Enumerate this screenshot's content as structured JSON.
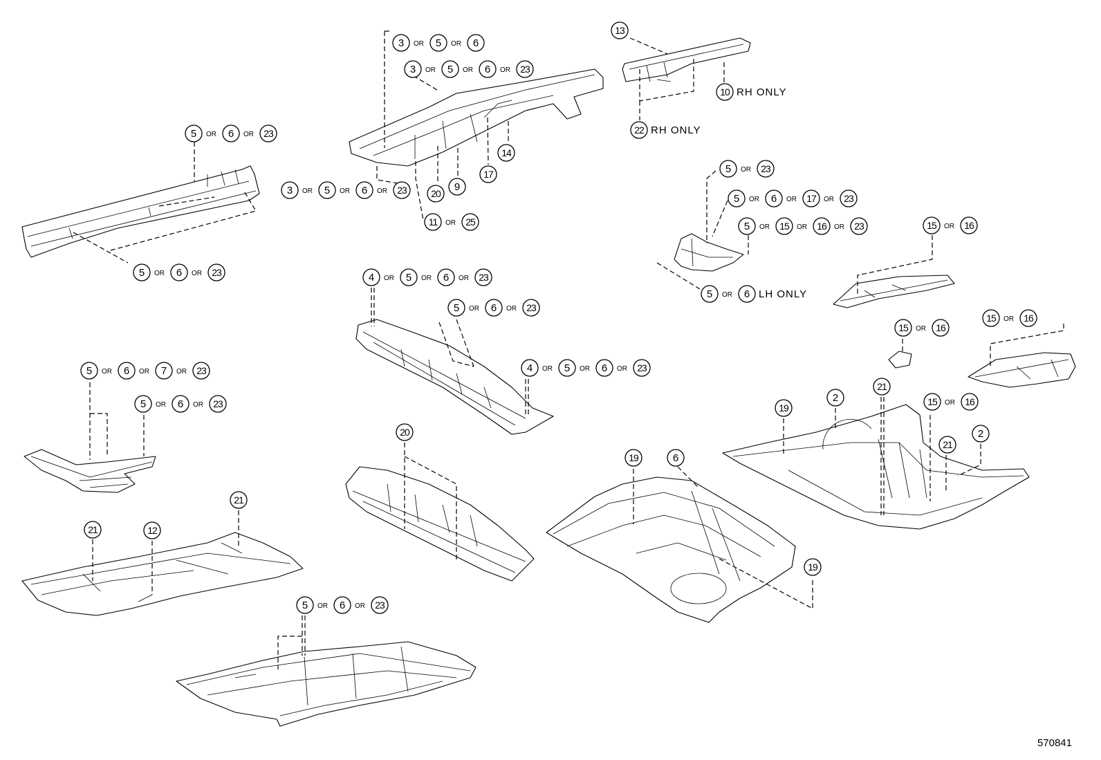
{
  "or_word": "OR",
  "diagram_ref": "570841",
  "callouts": [
    {
      "id": "c-3-5-6-top",
      "nums": [
        "3",
        "5",
        "6"
      ],
      "note": ""
    },
    {
      "id": "c-3-5-6-23-top",
      "nums": [
        "3",
        "5",
        "6",
        "23"
      ],
      "note": ""
    },
    {
      "id": "c-13",
      "nums": [
        "13"
      ],
      "note": ""
    },
    {
      "id": "c-10",
      "nums": [
        "10"
      ],
      "note": "RH ONLY"
    },
    {
      "id": "c-22",
      "nums": [
        "22"
      ],
      "note": "RH ONLY"
    },
    {
      "id": "c-5-6-23-a",
      "nums": [
        "5",
        "6",
        "23"
      ],
      "note": ""
    },
    {
      "id": "c-14",
      "nums": [
        "14"
      ],
      "note": ""
    },
    {
      "id": "c-17",
      "nums": [
        "17"
      ],
      "note": ""
    },
    {
      "id": "c-9",
      "nums": [
        "9"
      ],
      "note": ""
    },
    {
      "id": "c-20-top",
      "nums": [
        "20"
      ],
      "note": ""
    },
    {
      "id": "c-3-5-6-23-mid",
      "nums": [
        "3",
        "5",
        "6",
        "23"
      ],
      "note": ""
    },
    {
      "id": "c-11-25",
      "nums": [
        "11",
        "25"
      ],
      "note": ""
    },
    {
      "id": "c-5-23",
      "nums": [
        "5",
        "23"
      ],
      "note": ""
    },
    {
      "id": "c-5-6-17-23",
      "nums": [
        "5",
        "6",
        "17",
        "23"
      ],
      "note": ""
    },
    {
      "id": "c-5-15-16-23",
      "nums": [
        "5",
        "15",
        "16",
        "23"
      ],
      "note": ""
    },
    {
      "id": "c-15-16-a",
      "nums": [
        "15",
        "16"
      ],
      "note": ""
    },
    {
      "id": "c-5-6-lh",
      "nums": [
        "5",
        "6"
      ],
      "note": "LH ONLY"
    },
    {
      "id": "c-5-6-23-b",
      "nums": [
        "5",
        "6",
        "23"
      ],
      "note": ""
    },
    {
      "id": "c-4-5-6-23-a",
      "nums": [
        "4",
        "5",
        "6",
        "23"
      ],
      "note": ""
    },
    {
      "id": "c-5-6-23-c",
      "nums": [
        "5",
        "6",
        "23"
      ],
      "note": ""
    },
    {
      "id": "c-15-16-b",
      "nums": [
        "15",
        "16"
      ],
      "note": ""
    },
    {
      "id": "c-15-16-c",
      "nums": [
        "15",
        "16"
      ],
      "note": ""
    },
    {
      "id": "c-4-5-6-23-b",
      "nums": [
        "4",
        "5",
        "6",
        "23"
      ],
      "note": ""
    },
    {
      "id": "c-5-6-7-23",
      "nums": [
        "5",
        "6",
        "7",
        "23"
      ],
      "note": ""
    },
    {
      "id": "c-5-6-23-d",
      "nums": [
        "5",
        "6",
        "23"
      ],
      "note": ""
    },
    {
      "id": "c-19-a",
      "nums": [
        "19"
      ],
      "note": ""
    },
    {
      "id": "c-2-a",
      "nums": [
        "2"
      ],
      "note": ""
    },
    {
      "id": "c-21-a",
      "nums": [
        "21"
      ],
      "note": ""
    },
    {
      "id": "c-15-16-d",
      "nums": [
        "15",
        "16"
      ],
      "note": ""
    },
    {
      "id": "c-2-b",
      "nums": [
        "2"
      ],
      "note": ""
    },
    {
      "id": "c-21-b",
      "nums": [
        "21"
      ],
      "note": ""
    },
    {
      "id": "c-20-mid",
      "nums": [
        "20"
      ],
      "note": ""
    },
    {
      "id": "c-19-b",
      "nums": [
        "19"
      ],
      "note": ""
    },
    {
      "id": "c-6",
      "nums": [
        "6"
      ],
      "note": ""
    },
    {
      "id": "c-21-c",
      "nums": [
        "21"
      ],
      "note": ""
    },
    {
      "id": "c-12",
      "nums": [
        "12"
      ],
      "note": ""
    },
    {
      "id": "c-21-d",
      "nums": [
        "21"
      ],
      "note": ""
    },
    {
      "id": "c-19-c",
      "nums": [
        "19"
      ],
      "note": ""
    },
    {
      "id": "c-5-6-23-e",
      "nums": [
        "5",
        "6",
        "23"
      ],
      "note": ""
    }
  ]
}
